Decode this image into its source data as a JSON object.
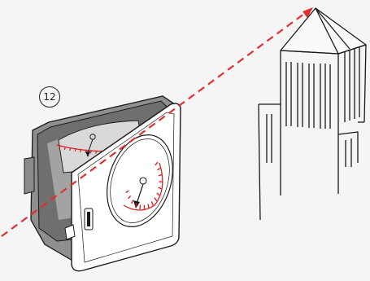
{
  "step_number": "12",
  "colors": {
    "background": "#f5f5f5",
    "sight_line": "#e03030",
    "dial_ticks": "#d62424",
    "outline": "#1a1a1a",
    "housing_shadow": "#8a8a8a"
  },
  "icons": {
    "step_marker": "circled-number",
    "sight_line": "dashed-arrow",
    "landmark": "building-spire"
  }
}
